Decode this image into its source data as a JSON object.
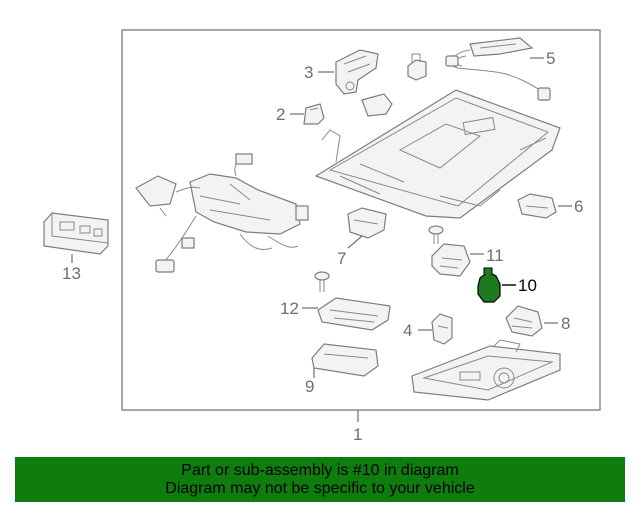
{
  "callouts": {
    "c1": "1",
    "c2": "2",
    "c3": "3",
    "c4": "4",
    "c5": "5",
    "c6": "6",
    "c7": "7",
    "c8": "8",
    "c9": "9",
    "c10": "10",
    "c11": "11",
    "c12": "12",
    "c13": "13"
  },
  "highlight_color": "#1e7a1e",
  "banner": {
    "line1": "Part or sub-assembly is #10 in diagram",
    "line2": "Diagram may not be specific to your vehicle",
    "background": "#0e7d0e"
  }
}
